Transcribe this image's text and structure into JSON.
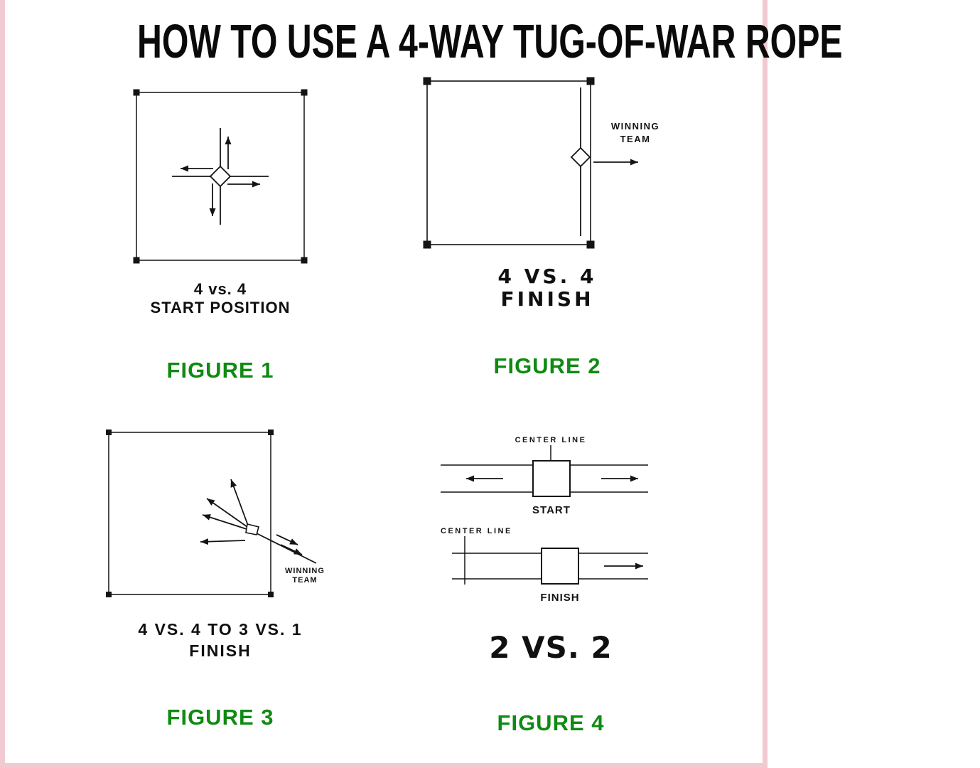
{
  "page": {
    "title": "HOW TO USE A 4-WAY TUG-OF-WAR ROPE"
  },
  "colors": {
    "figure_label_green": "#0f8a12",
    "diagram_ink": "#141414",
    "edge_pink": "#f2c9d1",
    "background": "#ffffff"
  },
  "figure1": {
    "caption_line1": "4 vs. 4",
    "caption_line2": "START POSITION",
    "label": "FIGURE 1"
  },
  "figure2": {
    "annotation_line1": "WINNING",
    "annotation_line2": "TEAM",
    "caption_line1": "4 VS. 4",
    "caption_line2": "FINISH",
    "label": "FIGURE 2"
  },
  "figure3": {
    "annotation_line1": "WINNING",
    "annotation_line2": "TEAM",
    "caption_line1": "4 VS. 4 TO 3 VS. 1",
    "caption_line2": "FINISH",
    "label": "FIGURE 3"
  },
  "figure4": {
    "center_line_top": "CENTER LINE",
    "center_line_bottom": "CENTER LINE",
    "start_label": "START",
    "finish_label": "FINISH",
    "caption": "2 VS. 2",
    "label": "FIGURE 4"
  }
}
